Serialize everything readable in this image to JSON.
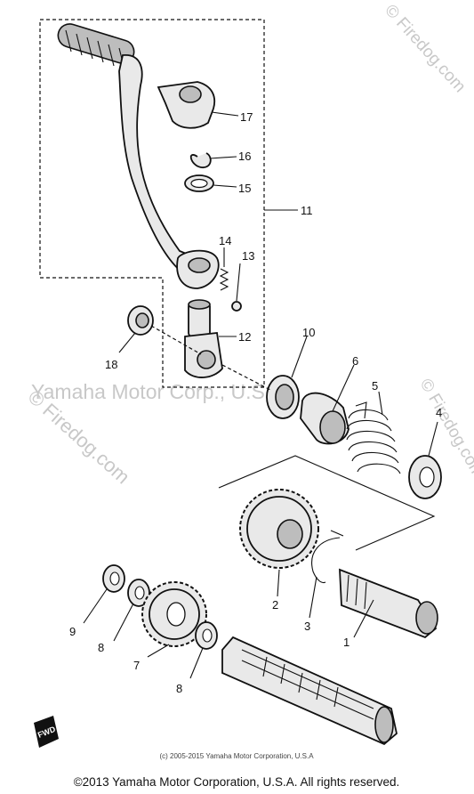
{
  "callouts": [
    "17",
    "16",
    "15",
    "11",
    "14",
    "13",
    "12",
    "18",
    "10",
    "6",
    "5",
    "4",
    "2",
    "3",
    "1",
    "9",
    "8",
    "7",
    "8"
  ],
  "watermarks": {
    "center": "Yamaha Motor Corp., U.S.A.",
    "left": "© Firedog.com",
    "top_right": "© Firedog.com",
    "right": "© Firedog.com"
  },
  "fwd_label": "FWD",
  "copyright_small": "(c) 2005-2015 Yamaha Motor Corporation, U.S.A",
  "copyright_main": "©2013 Yamaha Motor Corporation, U.S.A. All rights reserved."
}
